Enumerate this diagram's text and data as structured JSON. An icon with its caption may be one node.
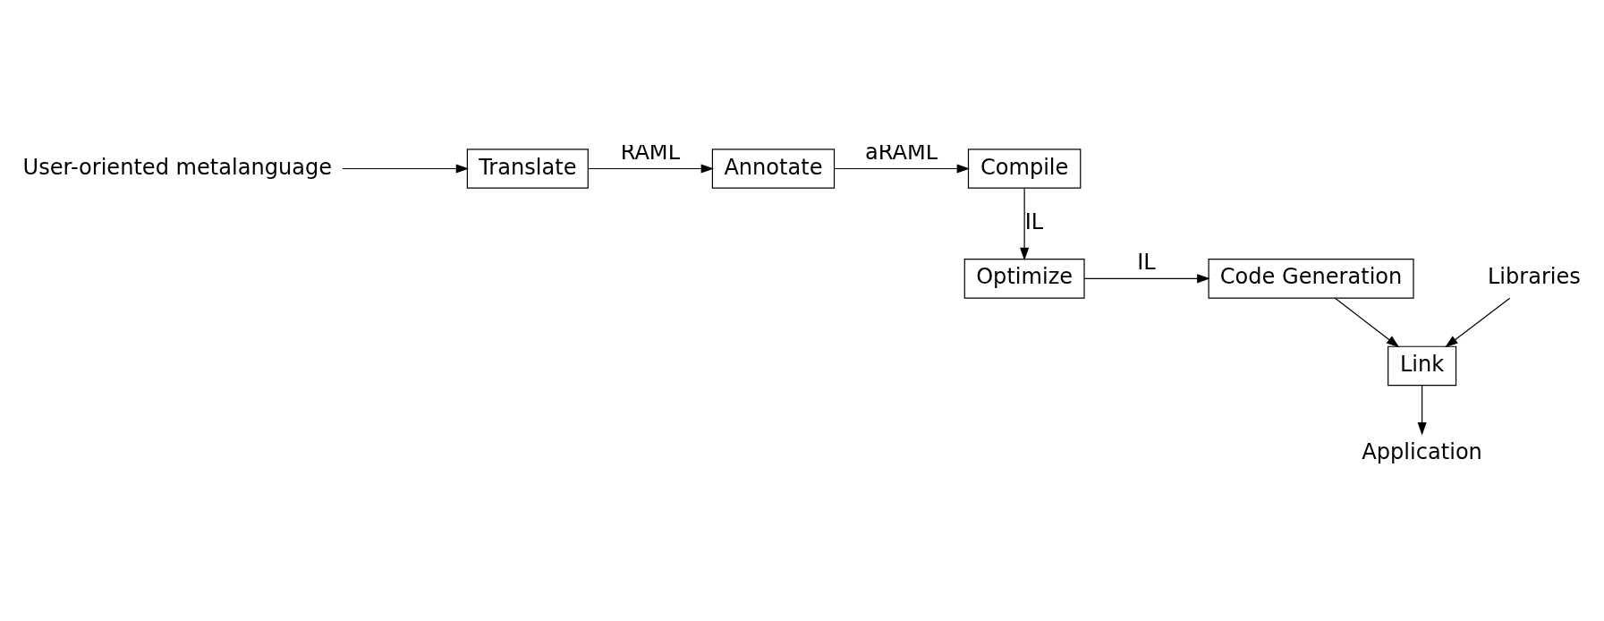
{
  "diagram": {
    "nodes": [
      {
        "text": [
          "User-oriented metalanguage"
        ]
      },
      {
        "text": [
          "Translate"
        ]
      },
      {
        "text": [
          "Annotate"
        ]
      },
      {
        "text": [
          "Compile"
        ]
      },
      {
        "text": [
          "Optimize"
        ]
      },
      {
        "text": [
          "Code Generation"
        ]
      },
      {
        "text": [
          "Libraries"
        ]
      },
      {
        "text": [
          "Link"
        ]
      },
      {
        "text": [
          "Application"
        ]
      }
    ],
    "edges": [
      {
        "from": 0,
        "to": 1,
        "arrow": "to"
      },
      {
        "from": 1,
        "to": 2,
        "arrow": "to",
        "label": "RAML"
      },
      {
        "from": 2,
        "to": 3,
        "arrow": "to",
        "label": "aRAML"
      },
      {
        "from": 3,
        "to": 4,
        "arrow": "to",
        "label": "IL"
      },
      {
        "from": 4,
        "to": 5,
        "arrow": "to",
        "label": "IL"
      },
      {
        "from": 6,
        "to": 7,
        "arrow": "to"
      },
      {
        "from": 5,
        "to": 7,
        "arrow": "to"
      },
      {
        "from": 7,
        "to": 8,
        "arrow": "to"
      }
    ]
  }
}
